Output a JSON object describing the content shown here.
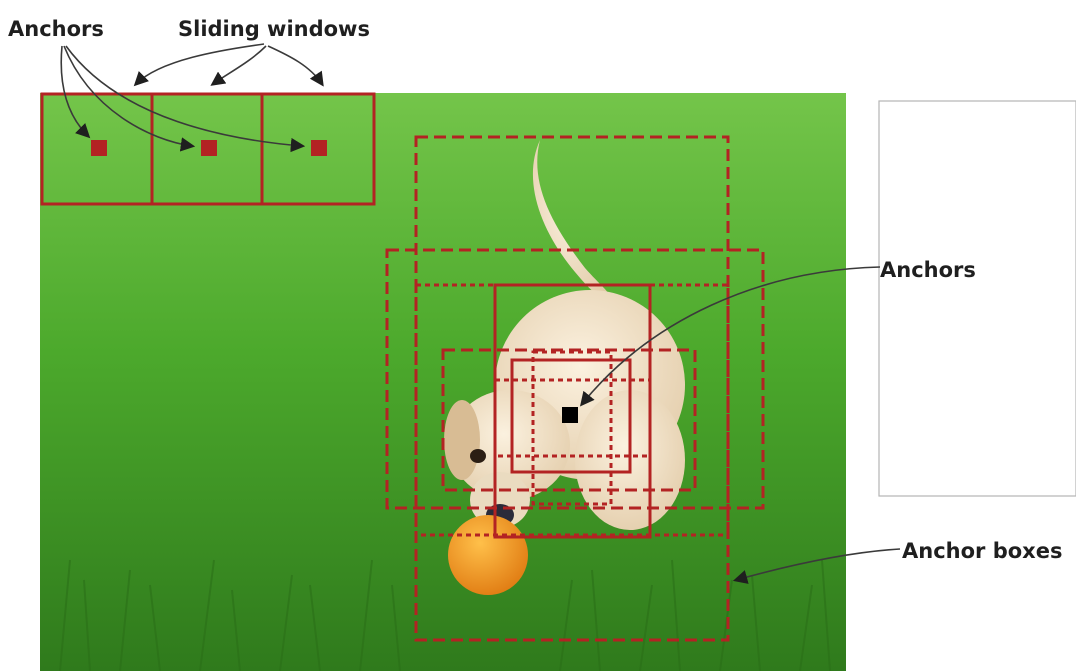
{
  "labels": {
    "anchors_top": "Anchors",
    "sliding_windows": "Sliding windows",
    "anchors_right": "Anchors",
    "anchor_boxes": "Anchor boxes"
  },
  "colors": {
    "anchor_box_red": "#b32323",
    "grass_green": "#4fae2f",
    "center_anchor": "#000000",
    "callout_line": "#3a3a3a"
  },
  "image": {
    "subject": "puppy playing with orange ball on grass"
  }
}
